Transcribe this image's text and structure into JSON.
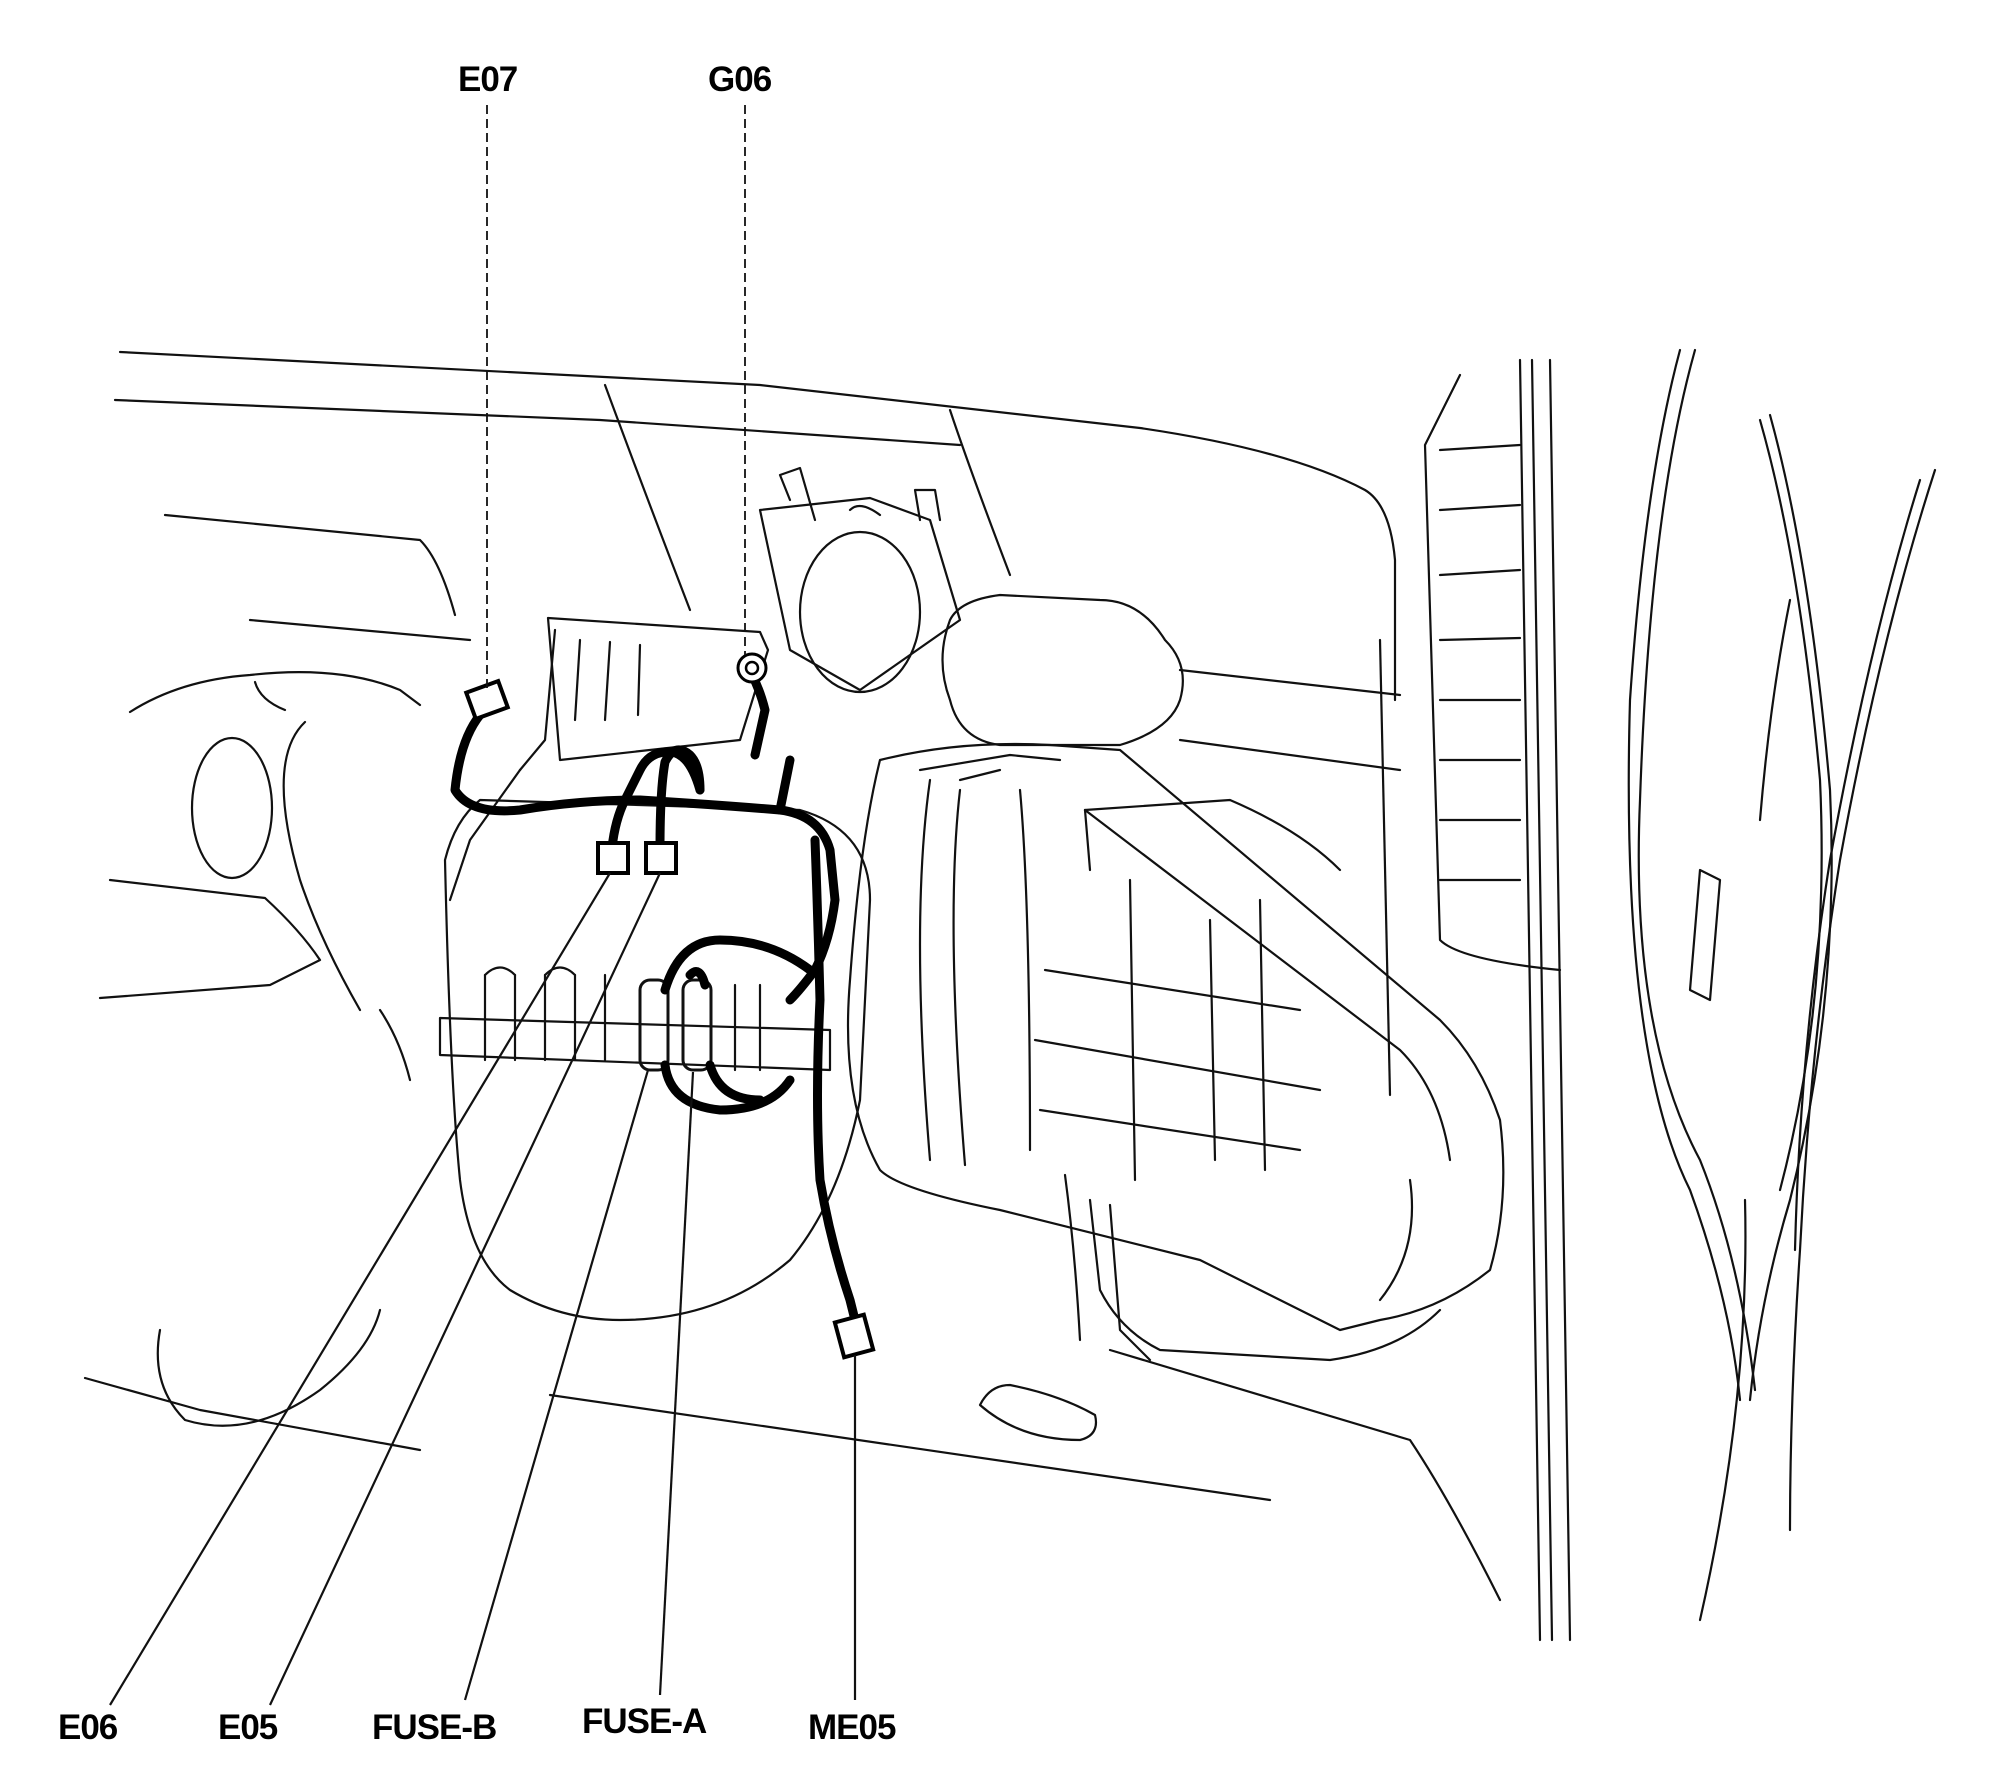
{
  "callouts": {
    "e07": "E07",
    "g06": "G06",
    "e06": "E06",
    "e05": "E05",
    "fuse_b": "FUSE-B",
    "fuse_a": "FUSE-A",
    "me05": "ME05"
  }
}
